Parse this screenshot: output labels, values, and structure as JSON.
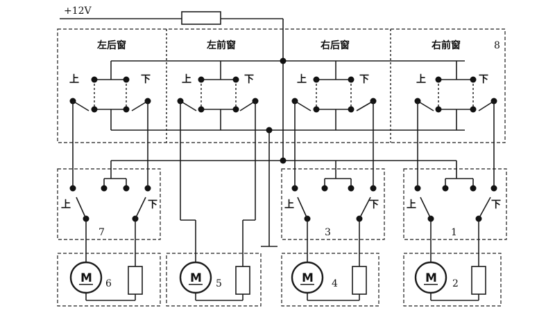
{
  "supply_label": "+12V",
  "switch_panel": {
    "number": "8",
    "sections": [
      "左后窗",
      "左前窗",
      "右后窗",
      "右前窗"
    ]
  },
  "up_label": "上",
  "down_label": "下",
  "local_switch_numbers": [
    "7",
    "3",
    "1"
  ],
  "motor_symbol": "M",
  "motor_numbers": [
    "6",
    "5",
    "4",
    "2"
  ]
}
